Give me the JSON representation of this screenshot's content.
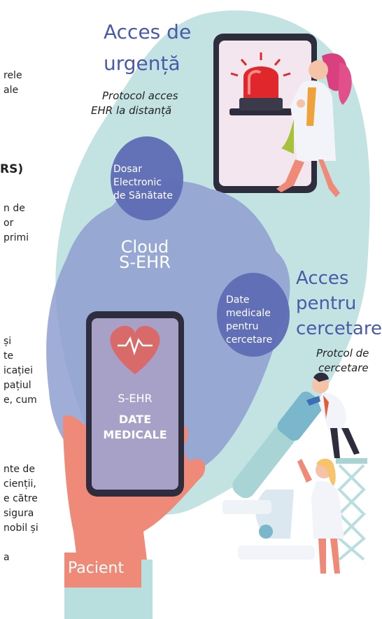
{
  "left_text": {
    "l1": "rele",
    "l2": "ale",
    "heading": "RS)",
    "l3": "n de",
    "l4": "or",
    "l5": "primi",
    "l6": "și",
    "l7": "te",
    "l8": "icației",
    "l9": "pațiul",
    "l10": "e, cum",
    "l11": "nte de",
    "l12": "cienții,",
    "l13": "e către",
    "l14": "sigura",
    "l15": "nobil și",
    "l16": "a"
  },
  "emergency": {
    "title_line1": "Acces de",
    "title_line2": "urgență",
    "subtitle_line1": "Protocol acces",
    "subtitle_line2": "EHR la distanță"
  },
  "ehr_bubble": {
    "line1": "Dosar",
    "line2": "Electronic",
    "line3": "de Sănătate"
  },
  "cloud": {
    "line1": "Cloud",
    "line2": "S-EHR"
  },
  "research_bubble": {
    "line1": "Date",
    "line2": "medicale",
    "line3": "pentru",
    "line4": "cercetare"
  },
  "research": {
    "title_line1": "Acces",
    "title_line2": "pentru",
    "title_line3": "cercetare",
    "subtitle_line1": "Protcol de",
    "subtitle_line2": "cercetare"
  },
  "phone": {
    "label": "S-EHR",
    "bold_line1": "DATE",
    "bold_line2": "MEDICALE"
  },
  "patient": {
    "label": "Pacient"
  },
  "colors": {
    "teal_blob": "#b9dede",
    "cloud": "#8f9fd0",
    "bubble": "#5e6cb4",
    "title": "#4a5aa8",
    "heart": "#d96a6a",
    "hand": "#f08a78"
  }
}
